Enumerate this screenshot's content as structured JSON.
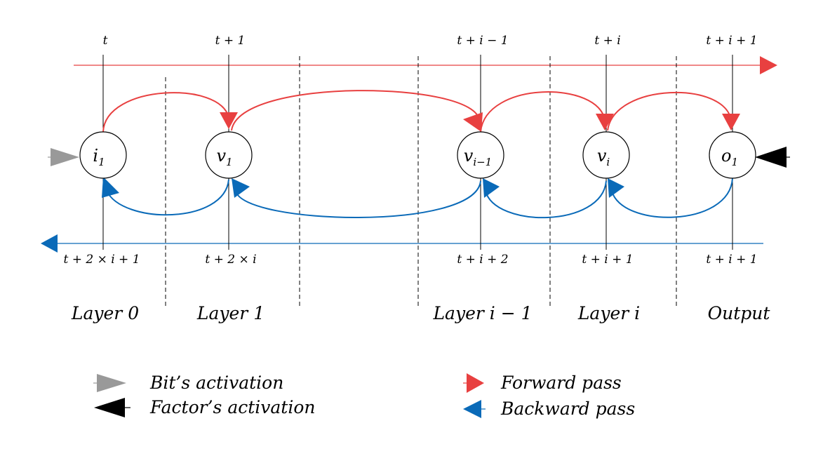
{
  "timeline_top": {
    "labels": [
      "t",
      "t + 1",
      "t + i − 1",
      "t + i",
      "t + i + 1"
    ]
  },
  "timeline_bottom": {
    "labels": [
      "t + 2 × i + 1",
      "t + 2 × i",
      "t + i + 2",
      "t + i + 1",
      "t + i + 1"
    ]
  },
  "nodes": [
    {
      "base": "i",
      "sub": "1"
    },
    {
      "base": "v",
      "sub": "1"
    },
    {
      "base": "v",
      "sub": "i−1"
    },
    {
      "base": "v",
      "sub": "i"
    },
    {
      "base": "o",
      "sub": "1"
    }
  ],
  "layers": [
    "Layer 0",
    "Layer 1",
    "Layer i − 1",
    "Layer i",
    "Output"
  ],
  "legend": {
    "bit_activation": "Bit’s activation",
    "factor_activation": "Factor’s activation",
    "forward_pass": "Forward pass",
    "backward_pass": "Backward pass"
  },
  "colors": {
    "forward": "#e84040",
    "backward": "#0a6ab8",
    "bit": "#999999",
    "factor": "#000000"
  }
}
